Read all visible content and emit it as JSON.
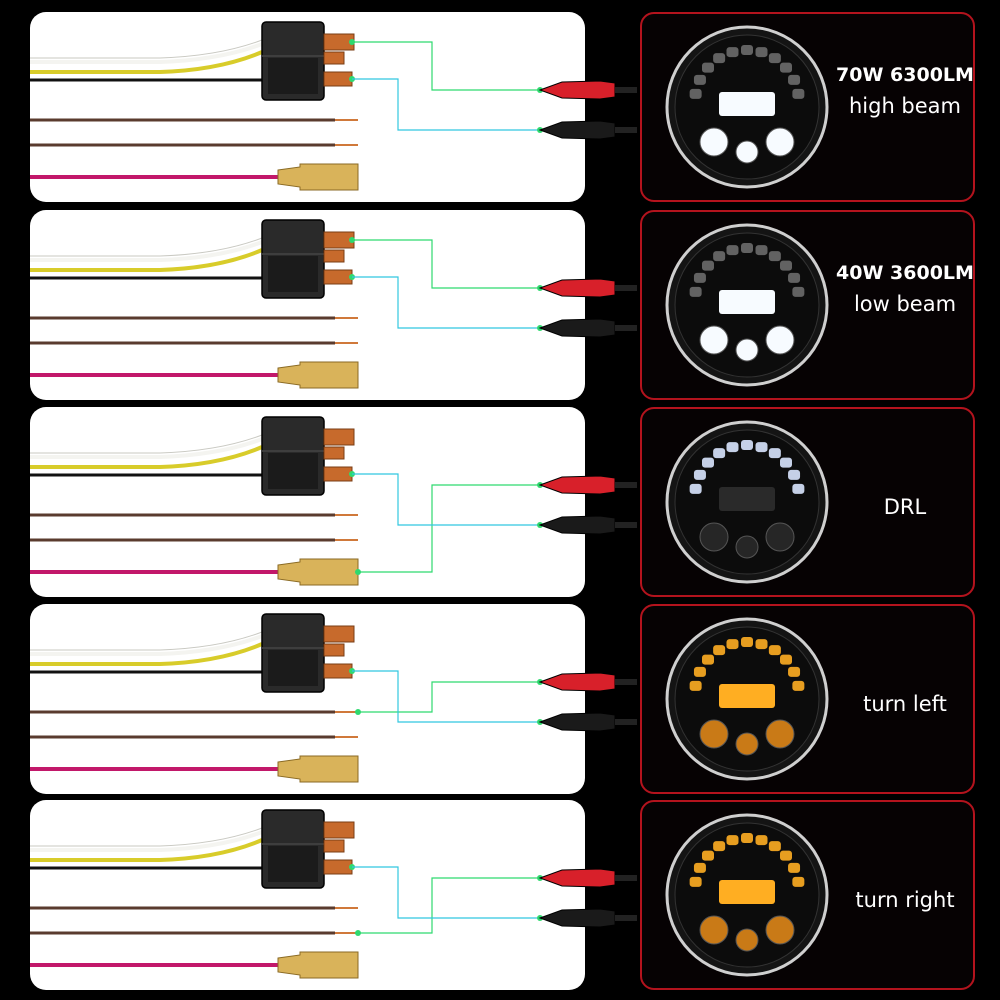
{
  "rows": [
    {
      "spec": "70W 6300LM",
      "mode": "high beam",
      "lamp_color": "white",
      "wiring": "high"
    },
    {
      "spec": "40W 3600LM",
      "mode": "low beam",
      "lamp_color": "white",
      "wiring": "low"
    },
    {
      "spec": "",
      "mode": "DRL",
      "lamp_color": "dim",
      "wiring": "drl"
    },
    {
      "spec": "",
      "mode": "turn left",
      "lamp_color": "amber",
      "wiring": "left"
    },
    {
      "spec": "",
      "mode": "turn right",
      "lamp_color": "amber",
      "wiring": "right"
    }
  ],
  "colors": {
    "panel_border": "#b3131d",
    "wire_white": "#f4f4f0",
    "wire_yellow": "#d8cc2a",
    "wire_black": "#111111",
    "wire_brown": "#5a3b2e",
    "wire_pink": "#c2186a",
    "signal_wire": "#2fd96f",
    "clip_red": "#d8202a",
    "clip_black": "#1a1a1a",
    "led_white": "#f7fbff",
    "led_amber": "#ffae22"
  }
}
